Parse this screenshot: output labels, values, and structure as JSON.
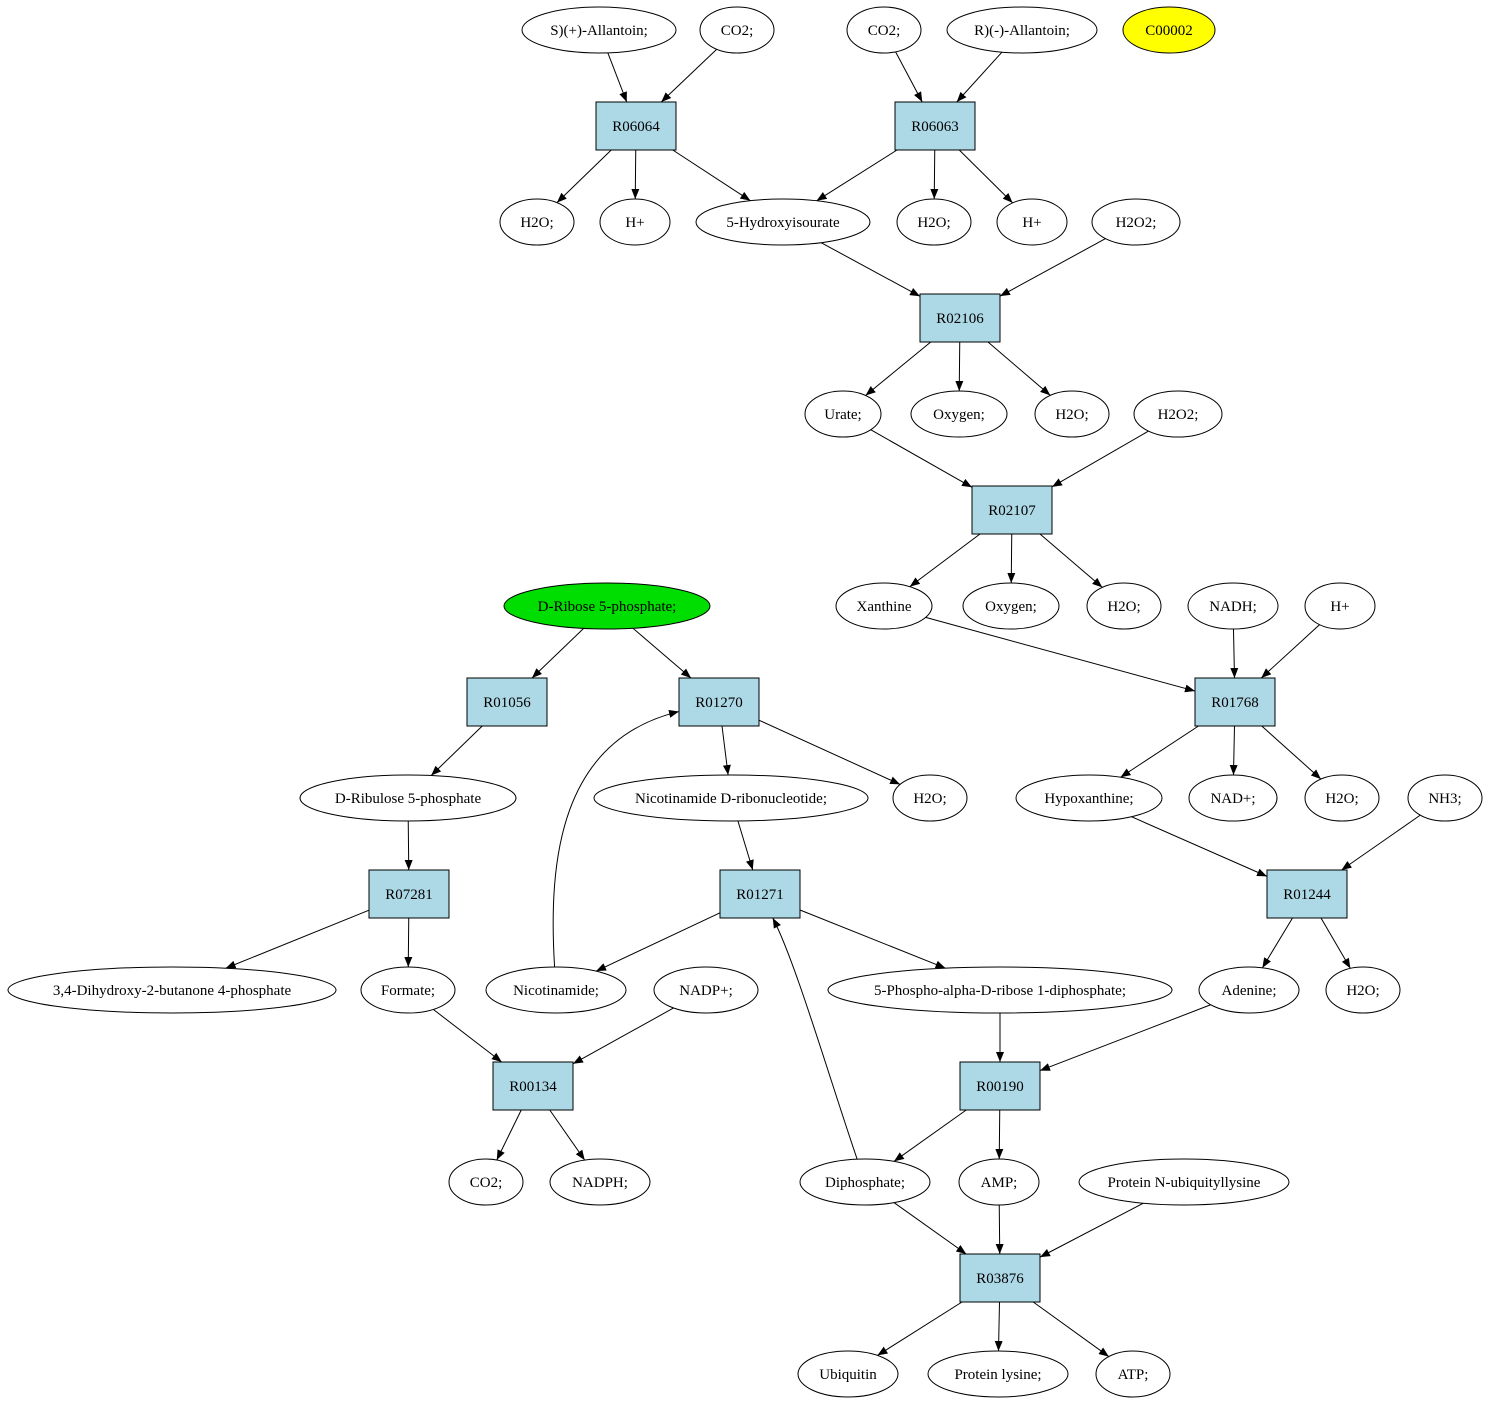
{
  "colors": {
    "reaction_fill": "#add8e6",
    "compound_fill": "#ffffff",
    "highlight_yellow": "#ffff00",
    "highlight_green": "#00dd00",
    "edge": "#000000"
  },
  "reactions": [
    "R06064",
    "R06063",
    "R02106",
    "R02107",
    "R01768",
    "R01244",
    "R01056",
    "R01270",
    "R07281",
    "R01271",
    "R00134",
    "R00190",
    "R03876"
  ],
  "compounds": {
    "s_allantoin": "S)(+)-Allantoin;",
    "co2_a": "CO2;",
    "co2_b": "CO2;",
    "r_allantoin": "R)(-)-Allantoin;",
    "c00002": "C00002",
    "h2o_a": "H2O;",
    "hplus_a": "H+",
    "hydroxyisourate": "5-Hydroxyisourate",
    "h2o_b": "H2O;",
    "hplus_b": "H+",
    "h2o2_a": "H2O2;",
    "urate": "Urate;",
    "oxygen_a": "Oxygen;",
    "h2o_c": "H2O;",
    "h2o2_b": "H2O2;",
    "xanthine": "Xanthine",
    "oxygen_b": "Oxygen;",
    "h2o_d": "H2O;",
    "nadh": "NADH;",
    "hplus_c": "H+",
    "ribose5p": "D-Ribose 5-phosphate;",
    "ribulose5p": "D-Ribulose 5-phosphate",
    "nmn": "Nicotinamide D-ribonucleotide;",
    "h2o_e": "H2O;",
    "hypoxanthine": "Hypoxanthine;",
    "nadplus": "NAD+;",
    "h2o_f": "H2O;",
    "nh3": "NH3;",
    "dhbp": "3,4-Dihydroxy-2-butanone 4-phosphate",
    "formate": "Formate;",
    "nicotinamide": "Nicotinamide;",
    "nadpplus": "NADP+;",
    "prpp": "5-Phospho-alpha-D-ribose 1-diphosphate;",
    "adenine": "Adenine;",
    "h2o_g": "H2O;",
    "co2_c": "CO2;",
    "nadph": "NADPH;",
    "diphosphate": "Diphosphate;",
    "amp": "AMP;",
    "protein_ub": "Protein N-ubiquityllysine",
    "ubiquitin": "Ubiquitin",
    "protein_lys": "Protein lysine;",
    "atp": "ATP;"
  },
  "edges": [
    [
      "s_allantoin",
      "R06064"
    ],
    [
      "co2_a",
      "R06064"
    ],
    [
      "R06064",
      "h2o_a"
    ],
    [
      "R06064",
      "hplus_a"
    ],
    [
      "R06064",
      "hydroxyisourate"
    ],
    [
      "co2_b",
      "R06063"
    ],
    [
      "r_allantoin",
      "R06063"
    ],
    [
      "R06063",
      "hydroxyisourate"
    ],
    [
      "R06063",
      "h2o_b"
    ],
    [
      "R06063",
      "hplus_b"
    ],
    [
      "hydroxyisourate",
      "R02106"
    ],
    [
      "h2o2_a",
      "R02106"
    ],
    [
      "R02106",
      "urate"
    ],
    [
      "R02106",
      "oxygen_a"
    ],
    [
      "R02106",
      "h2o_c"
    ],
    [
      "urate",
      "R02107"
    ],
    [
      "h2o2_b",
      "R02107"
    ],
    [
      "R02107",
      "xanthine"
    ],
    [
      "R02107",
      "oxygen_b"
    ],
    [
      "R02107",
      "h2o_d"
    ],
    [
      "xanthine",
      "R01768"
    ],
    [
      "nadh",
      "R01768"
    ],
    [
      "hplus_c",
      "R01768"
    ],
    [
      "R01768",
      "hypoxanthine"
    ],
    [
      "R01768",
      "nadplus"
    ],
    [
      "R01768",
      "h2o_f"
    ],
    [
      "hypoxanthine",
      "R01244"
    ],
    [
      "nh3",
      "R01244"
    ],
    [
      "R01244",
      "adenine"
    ],
    [
      "R01244",
      "h2o_g"
    ],
    [
      "ribose5p",
      "R01056"
    ],
    [
      "ribose5p",
      "R01270"
    ],
    [
      "R01056",
      "ribulose5p"
    ],
    [
      "nicotinamide",
      "R01270"
    ],
    [
      "R01270",
      "nmn"
    ],
    [
      "R01270",
      "h2o_e"
    ],
    [
      "ribulose5p",
      "R07281"
    ],
    [
      "R07281",
      "dhbp"
    ],
    [
      "R07281",
      "formate"
    ],
    [
      "nmn",
      "R01271"
    ],
    [
      "diphosphate",
      "R01271"
    ],
    [
      "R01271",
      "nicotinamide"
    ],
    [
      "R01271",
      "prpp"
    ],
    [
      "formate",
      "R00134"
    ],
    [
      "nadpplus",
      "R00134"
    ],
    [
      "R00134",
      "co2_c"
    ],
    [
      "R00134",
      "nadph"
    ],
    [
      "prpp",
      "R00190"
    ],
    [
      "adenine",
      "R00190"
    ],
    [
      "R00190",
      "diphosphate"
    ],
    [
      "R00190",
      "amp"
    ],
    [
      "diphosphate",
      "R03876"
    ],
    [
      "amp",
      "R03876"
    ],
    [
      "protein_ub",
      "R03876"
    ],
    [
      "R03876",
      "ubiquitin"
    ],
    [
      "R03876",
      "protein_lys"
    ],
    [
      "R03876",
      "atp"
    ]
  ]
}
